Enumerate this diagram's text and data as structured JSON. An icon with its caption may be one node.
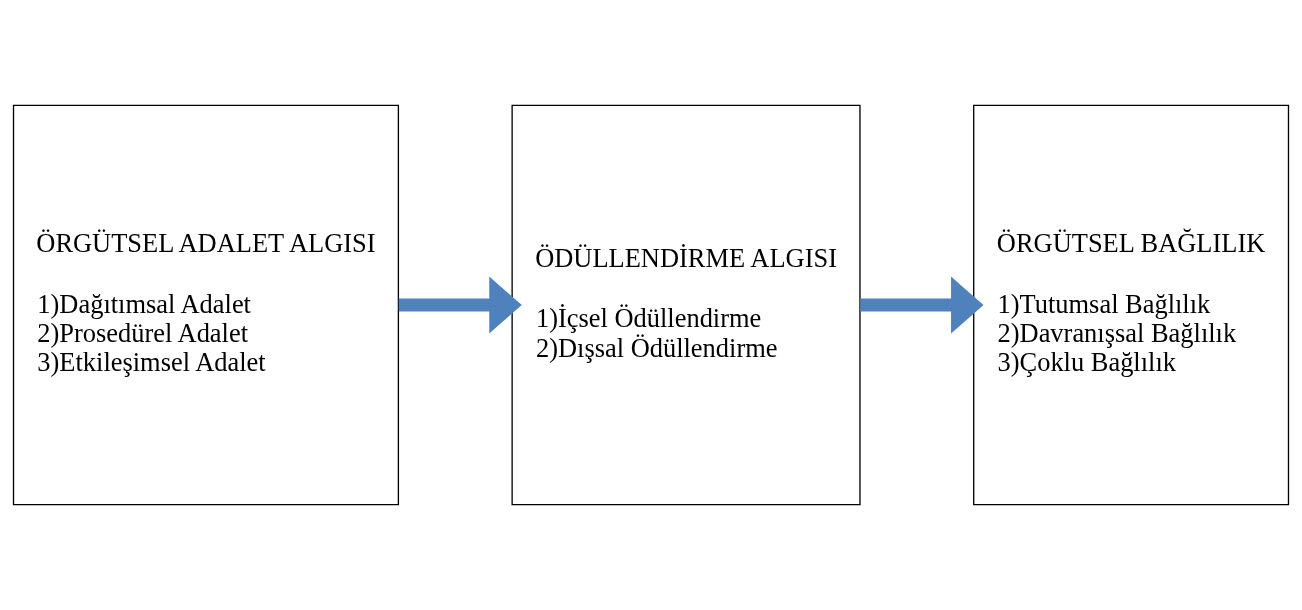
{
  "diagram": {
    "nodes": [
      {
        "text": [
          "ÖRGÜTSEL ADALET ALGISI",
          "1)Dağıtımsal Adalet",
          "2)Prosedürel Adalet",
          "3)Etkileşimsel Adalet"
        ]
      },
      {
        "text": [
          "ÖDÜLLENDİRME ALGISI",
          "1)İçsel Ödüllendirme",
          "2)Dışsal Ödüllendirme"
        ]
      },
      {
        "text": [
          "ÖRGÜTSEL BAĞLILIK",
          "1)Tutumsal Bağlılık",
          "2)Davranışsal Bağlılık",
          "3)Çoklu Bağlılık"
        ]
      }
    ],
    "edges": [
      {
        "from": 0,
        "to": 1,
        "arrow": "to"
      },
      {
        "from": 1,
        "to": 2,
        "arrow": "to"
      }
    ]
  }
}
